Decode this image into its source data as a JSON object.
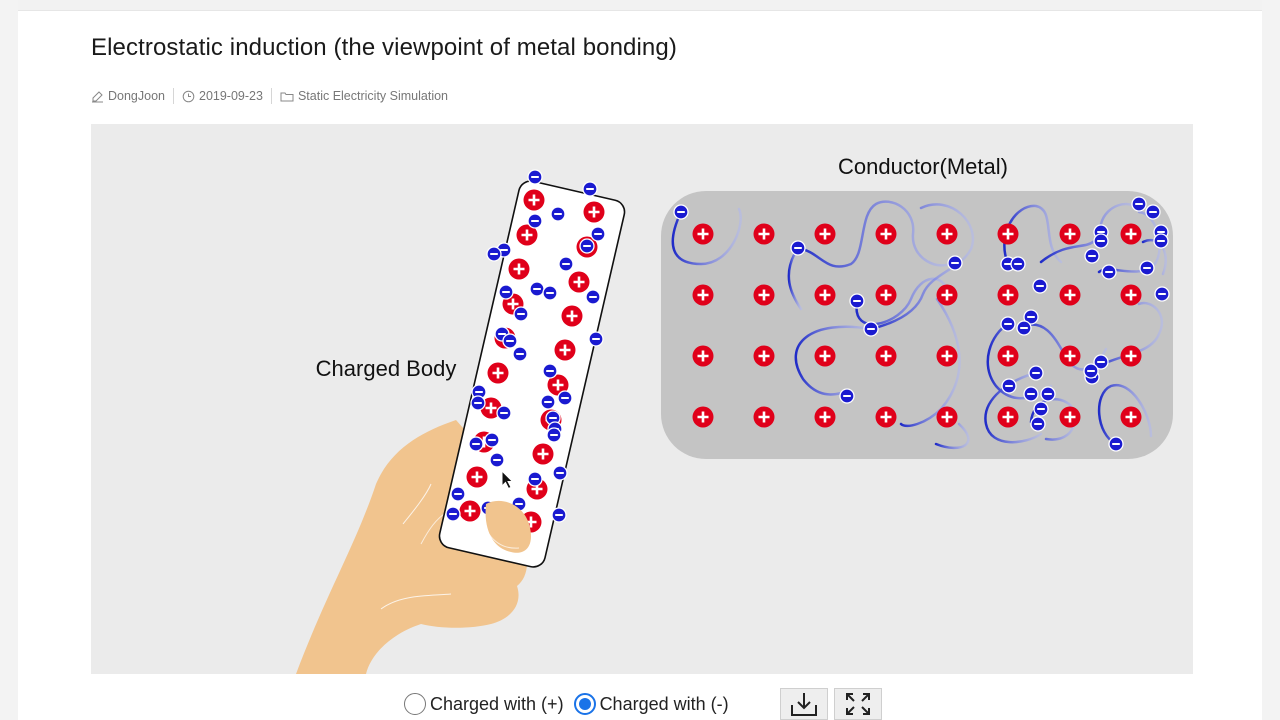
{
  "page": {
    "title": "Electrostatic induction (the viewpoint of metal bonding)",
    "author": "DongJoon",
    "date": "2019-09-23",
    "category": "Static Electricity Simulation"
  },
  "simulation": {
    "charged_body_label": "Charged Body",
    "conductor_label": "Conductor(Metal)",
    "colors": {
      "positive": "#e0001a",
      "negative": "#1a1ad0",
      "metal": "#c4c4c4",
      "hand": "#f1c48e",
      "background": "#ebebeb"
    },
    "conductor_grid": {
      "rows": 4,
      "columns": 8
    }
  },
  "controls": {
    "options": [
      {
        "label": "Charged with (+)",
        "selected": false
      },
      {
        "label": "Charged with (-)",
        "selected": true
      }
    ],
    "download_icon": "download-icon",
    "fullscreen_icon": "fullscreen-icon"
  }
}
